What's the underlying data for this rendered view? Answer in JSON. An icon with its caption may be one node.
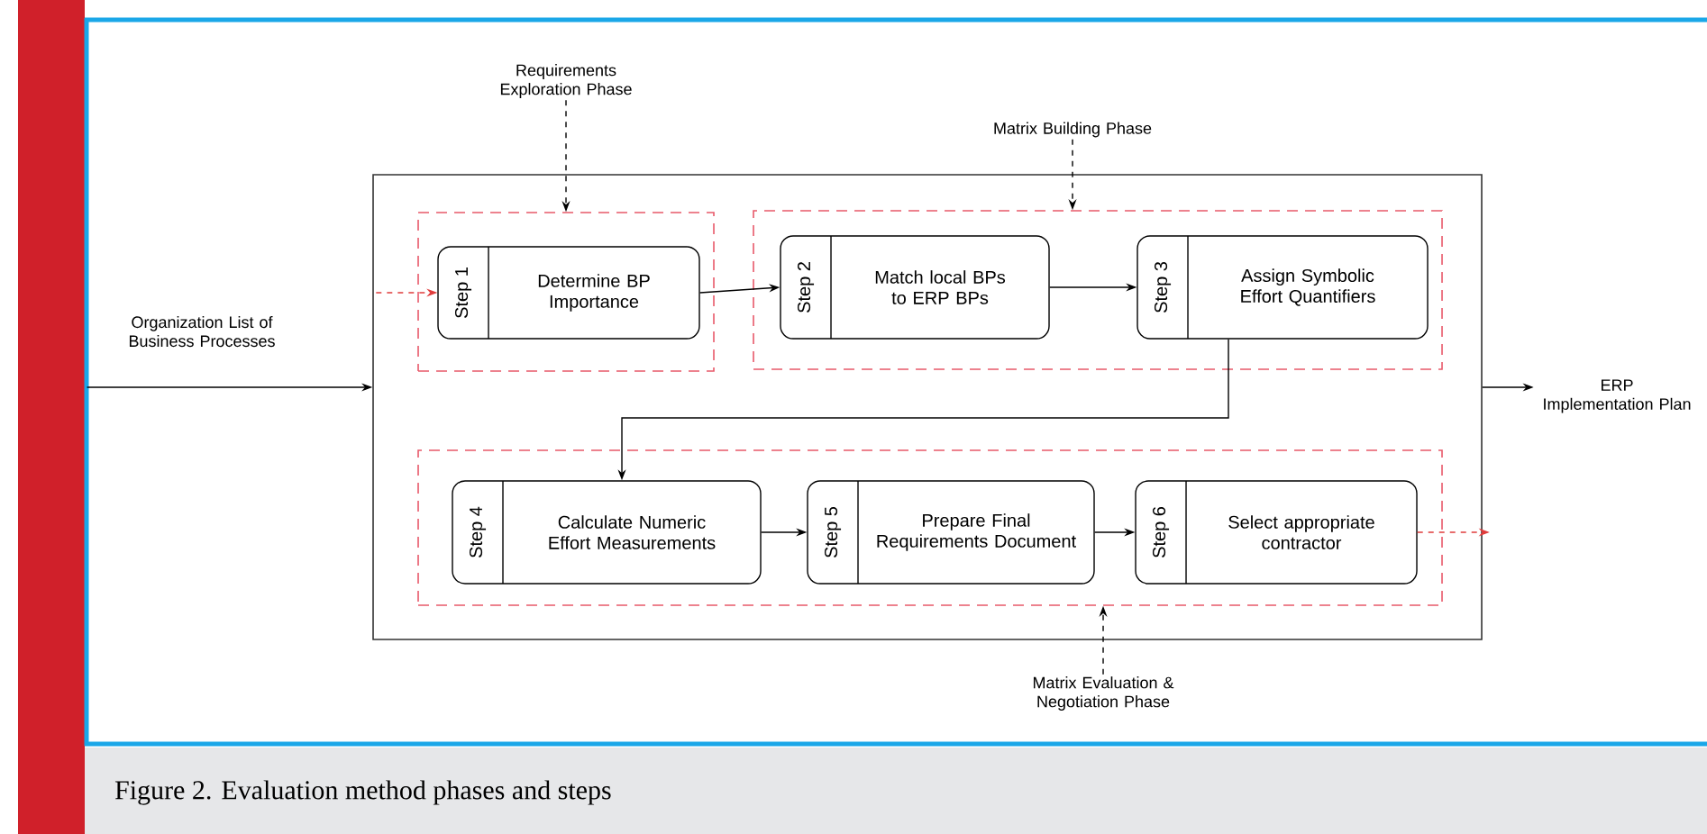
{
  "diagram": {
    "caption": "Figure 2. Evaluation method phases and steps",
    "nodes": [
      {
        "text": [],
        "shape": "box"
      },
      {
        "text": [],
        "shape": "box",
        "in": 0
      },
      {
        "text": [],
        "shape": "box",
        "in": 0
      },
      {
        "text": [],
        "shape": "box",
        "in": 0
      },
      {
        "text": [
          "Step 1",
          "Determine BP Importance"
        ],
        "in": 1
      },
      {
        "text": [
          "Step 2",
          "Match local BPs to ERP BPs"
        ],
        "in": 2
      },
      {
        "text": [
          "Step 3",
          "Assign Symbolic Effort Quantifiers"
        ],
        "in": 2
      },
      {
        "text": [
          "Step 4",
          "Calculate Numeric Effort Measurements"
        ],
        "in": 3
      },
      {
        "text": [
          "Step 5",
          "Prepare Final Requirements Document"
        ],
        "in": 3
      },
      {
        "text": [
          "Step 6",
          "Select appropriate contractor"
        ],
        "in": 3
      },
      {
        "text": [
          "Requirements Exploration Phase"
        ]
      },
      {
        "text": [
          "Matrix Building Phase"
        ]
      },
      {
        "text": [
          "Matrix Evaluation & Negotiation Phase"
        ]
      },
      {
        "text": [
          "Organization List of Business Processes"
        ]
      },
      {
        "text": [
          "ERP Implementation Plan"
        ]
      }
    ],
    "edges": [
      {
        "from": 10,
        "to": 1,
        "arrow": "to",
        "style": "dashed"
      },
      {
        "from": 11,
        "to": 2,
        "arrow": "to",
        "style": "dashed"
      },
      {
        "from": 12,
        "to": 3,
        "arrow": "to",
        "style": "dashed"
      },
      {
        "from": 13,
        "to": 0,
        "arrow": "to"
      },
      {
        "from": 0,
        "to": 14,
        "arrow": "to"
      },
      {
        "from": null,
        "to": 4,
        "arrow": "to",
        "style": "dashed",
        "color": "#e03c3c"
      },
      {
        "from": 4,
        "to": 5,
        "arrow": "to"
      },
      {
        "from": 5,
        "to": 6,
        "arrow": "to"
      },
      {
        "from": 6,
        "to": 7,
        "arrow": "to"
      },
      {
        "from": 7,
        "to": 8,
        "arrow": "to"
      },
      {
        "from": 8,
        "to": 9,
        "arrow": "to"
      },
      {
        "from": 9,
        "to": null,
        "arrow": "to",
        "style": "dashed",
        "color": "#e03c3c"
      }
    ]
  }
}
